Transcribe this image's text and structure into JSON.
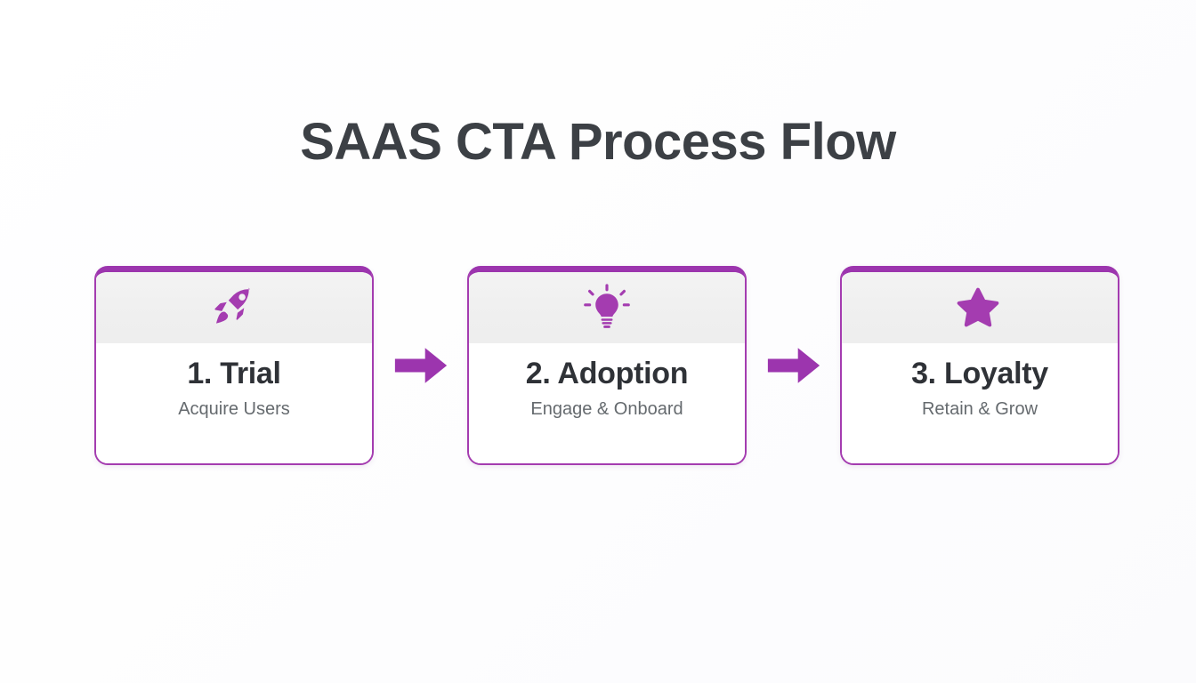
{
  "page": {
    "title": "SAAS CTA Process Flow",
    "background_color": "#fdfdfd",
    "accent_color": "#a43cb0",
    "title_color": "#3c4045"
  },
  "flow": {
    "steps": [
      {
        "icon": "rocket-icon",
        "title": "1. Trial",
        "subtitle": "Acquire Users"
      },
      {
        "icon": "lightbulb-icon",
        "title": "2. Adoption",
        "subtitle": "Engage & Onboard"
      },
      {
        "icon": "star-icon",
        "title": "3. Loyalty",
        "subtitle": "Retain & Grow"
      }
    ],
    "connectors": [
      {
        "icon": "arrow-right-icon"
      },
      {
        "icon": "arrow-right-icon"
      }
    ]
  }
}
